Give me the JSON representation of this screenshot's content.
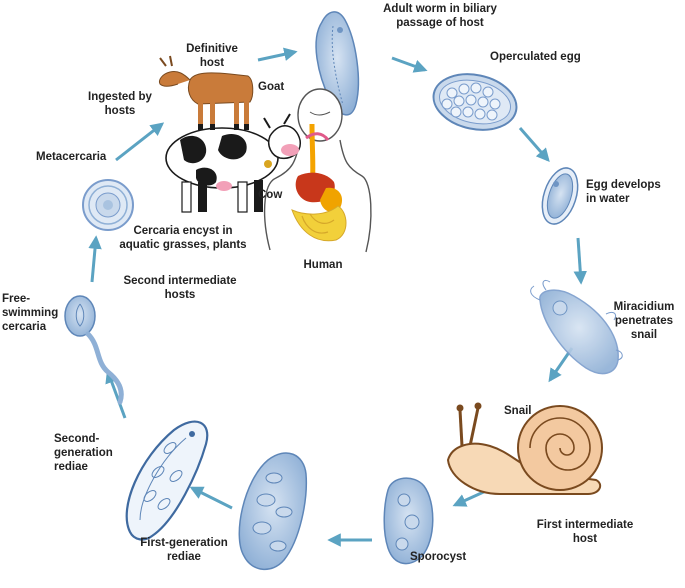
{
  "colors": {
    "arrow": "#5ba3c2",
    "organism_fill": "#a9c3e0",
    "organism_stroke": "#5e86b8",
    "snail_shell": "#f3c9a0",
    "snail_stroke": "#7a4a1f",
    "goat": "#c97b3a",
    "cow_black": "#1a1a1a"
  },
  "icons": {
    "goat": "goat-illustration",
    "cow": "cow-illustration",
    "human": "human-digestive-system-illustration",
    "snail": "snail-illustration"
  },
  "labels": {
    "adult_worm": "Adult worm in biliary\npassage of host",
    "definitive_host": "Definitive\nhost",
    "goat": "Goat",
    "ingested": "Ingested by\nhosts",
    "metacercaria": "Metacercaria",
    "cow": "Cow",
    "human": "Human",
    "cercaria_encyst": "Cercaria encyst in\naquatic grasses, plants",
    "second_intermediate": "Second intermediate\nhosts",
    "free_swimming": "Free-\nswimming\ncercaria",
    "second_gen_rediae": "Second-\ngeneration\nrediae",
    "first_gen_rediae": "First-generation\nrediae",
    "sporocyst": "Sporocyst",
    "first_intermediate": "First intermediate\nhost",
    "snail": "Snail",
    "miracidium": "Miracidium\npenetrates\nsnail",
    "egg_develops": "Egg develops\nin water",
    "operculated_egg": "Operculated egg"
  }
}
